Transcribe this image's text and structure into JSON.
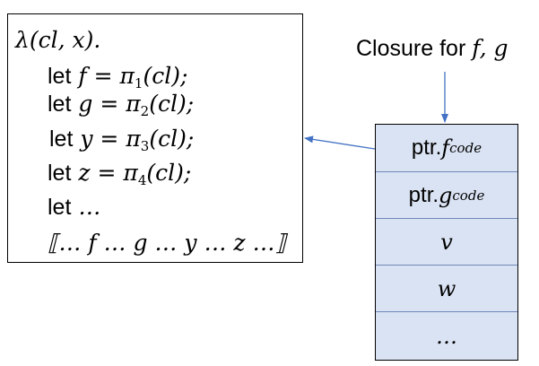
{
  "code": {
    "header": "λ(cl, x).",
    "lines": [
      {
        "kw": "let",
        "var": "f",
        "eq": " = π",
        "idx": "1",
        "arg": "(cl);"
      },
      {
        "kw": "let",
        "var": "g",
        "eq": " = π",
        "idx": "2",
        "arg": "(cl);"
      },
      {
        "kw": "let",
        "var": "y",
        "eq": " = π",
        "idx": "3",
        "arg": "(cl);"
      },
      {
        "kw": "let",
        "var": "z",
        "eq": " = π",
        "idx": "4",
        "arg": "(cl);"
      }
    ],
    "let_more": "let",
    "ellipsis": " …",
    "body": "⟦… f … g … y … z …⟧"
  },
  "closure": {
    "title_text": "Closure for ",
    "title_vars": "f, g",
    "cells": [
      {
        "prefix": "ptr. ",
        "name": "f",
        "sub": "code"
      },
      {
        "prefix": "ptr. ",
        "name": "g",
        "sub": "code"
      },
      {
        "prefix": "",
        "name": "v",
        "sub": ""
      },
      {
        "prefix": "",
        "name": "w",
        "sub": ""
      },
      {
        "prefix": "",
        "name": "…",
        "sub": ""
      }
    ]
  },
  "colors": {
    "cell_fill": "#dae3f3",
    "arrow": "#4472c4"
  }
}
